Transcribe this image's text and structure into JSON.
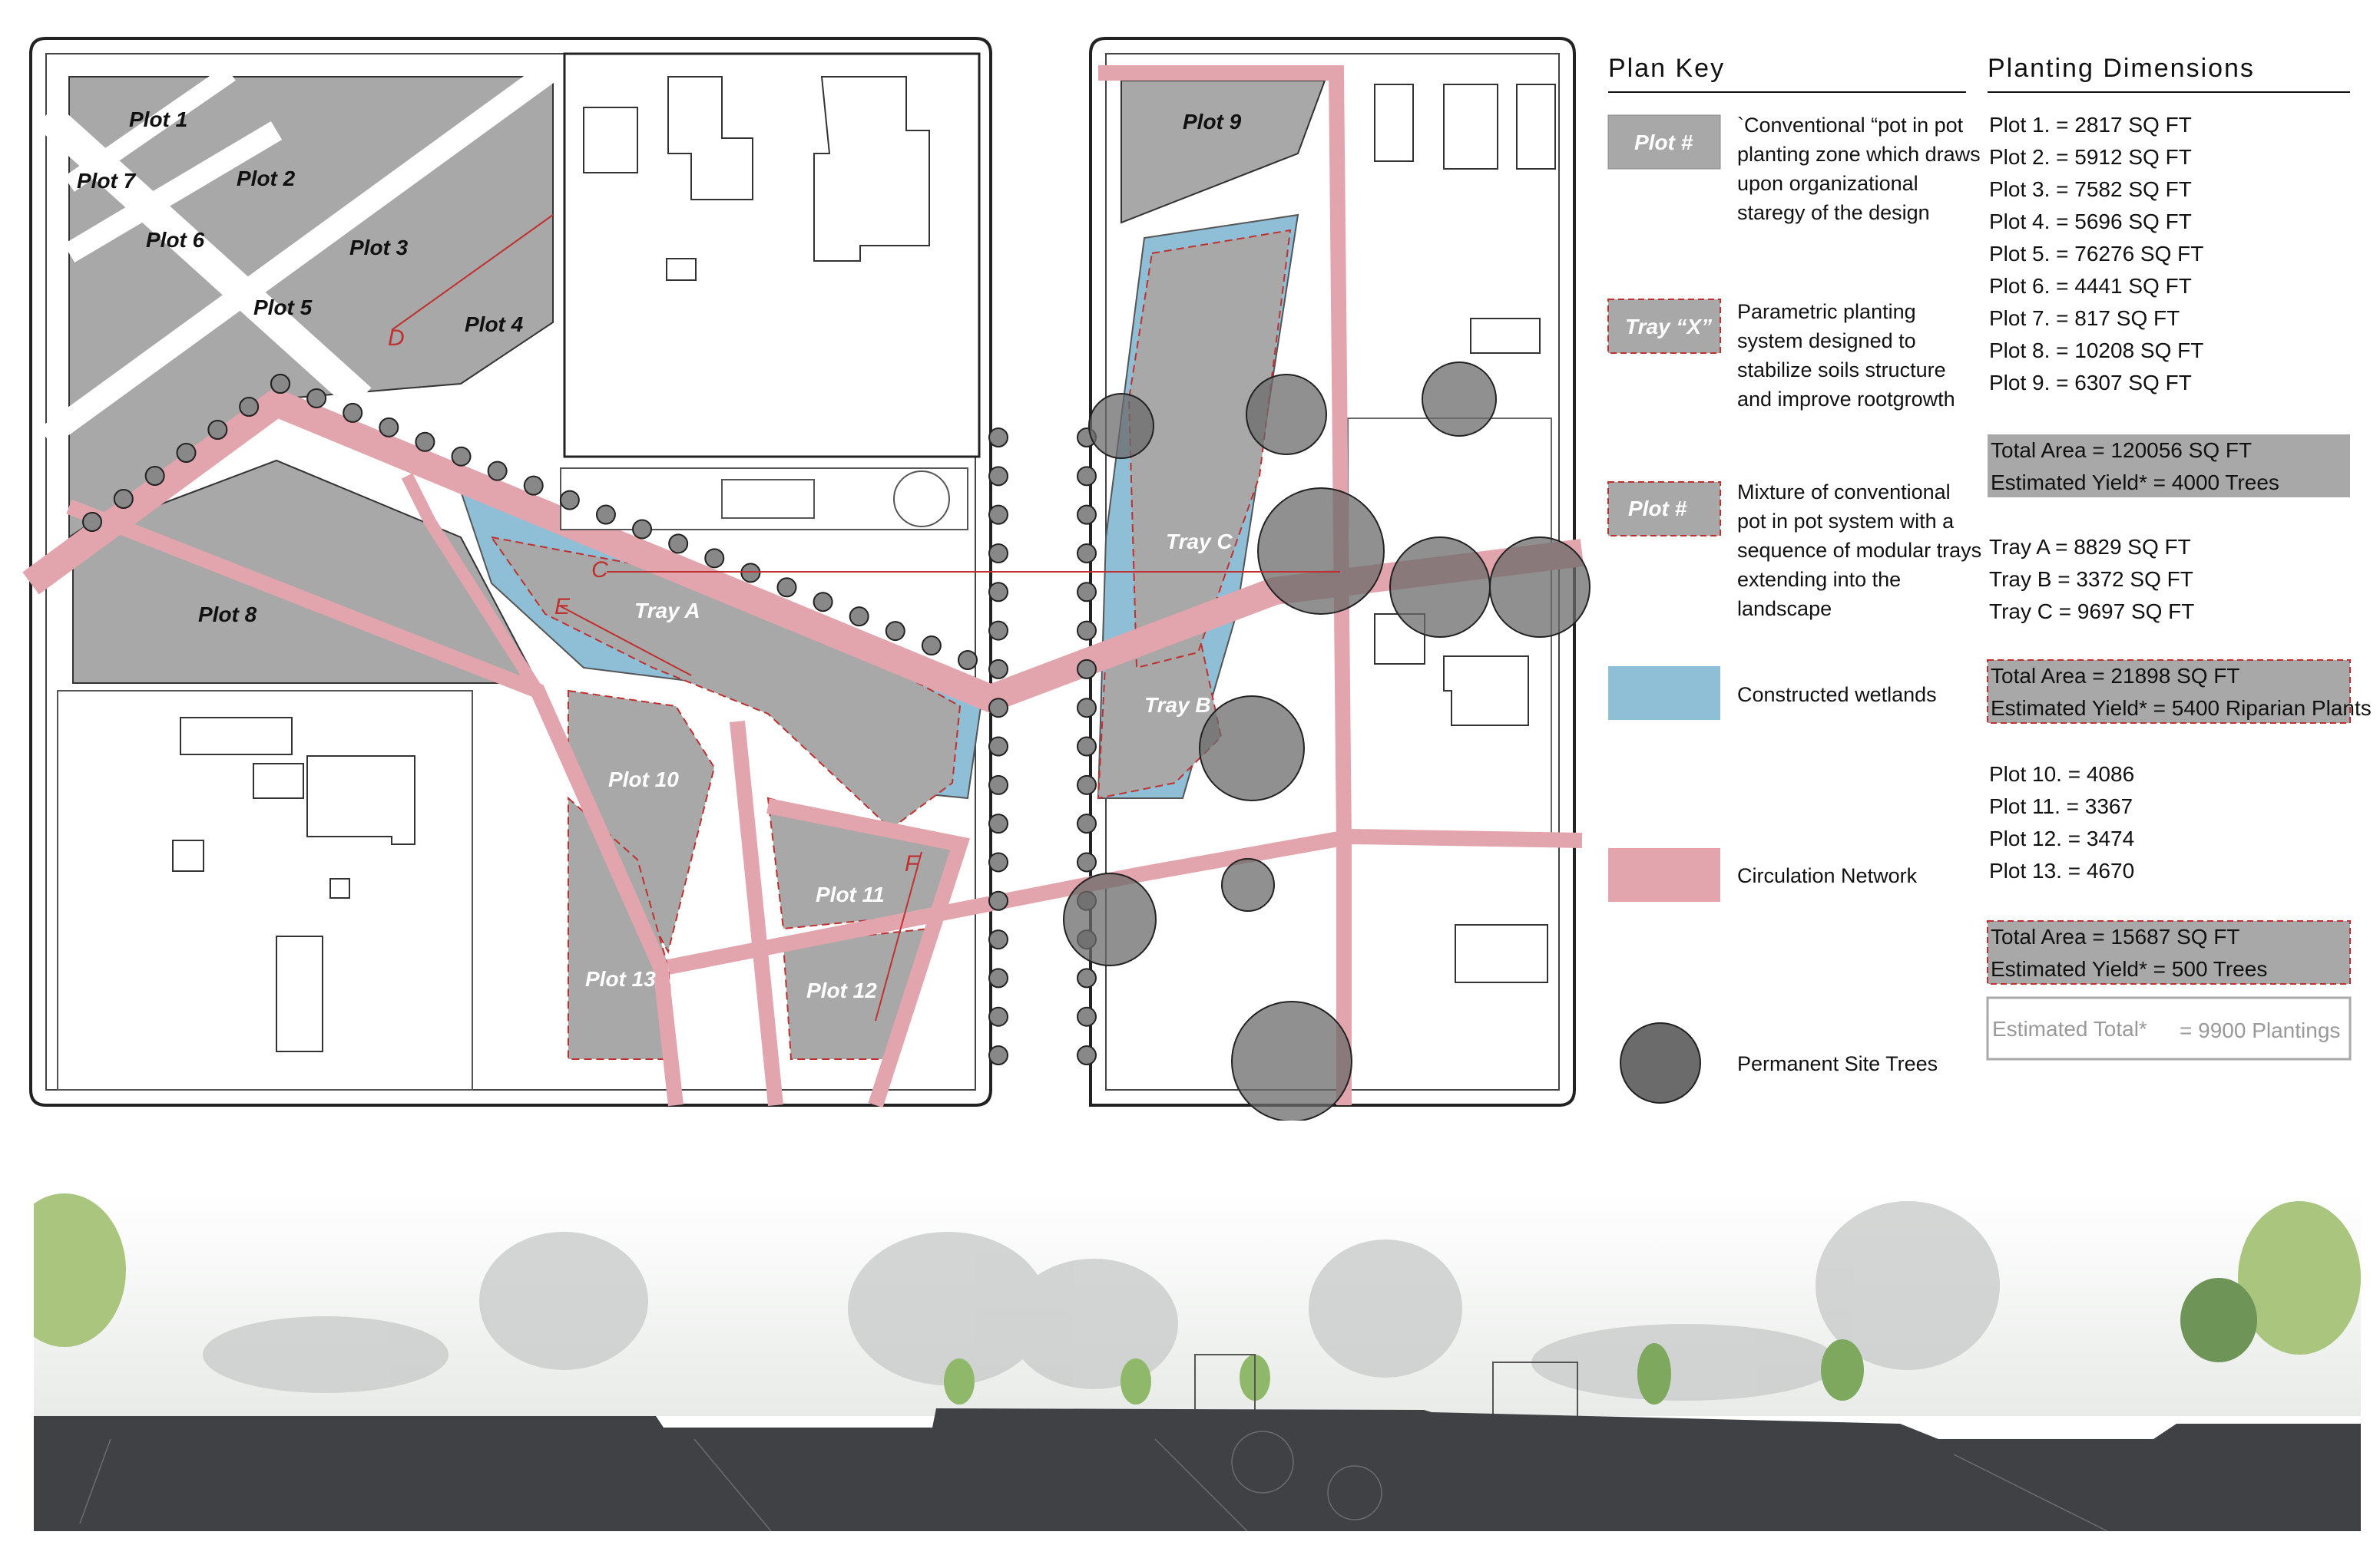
{
  "plan_labels": {
    "plot1": "Plot 1",
    "plot2": "Plot 2",
    "plot3": "Plot 3",
    "plot4": "Plot 4",
    "plot5": "Plot 5",
    "plot6": "Plot 6",
    "plot7": "Plot 7",
    "plot8": "Plot 8",
    "plot9": "Plot 9",
    "plot10": "Plot  10",
    "plot11": "Plot 11",
    "plot12": "Plot 12",
    "plot13": "Plot 13",
    "trayA": "Tray A",
    "trayB": "Tray B",
    "trayC": "Tray C",
    "cutC": "C",
    "cutD": "D",
    "cutE": "E",
    "cutF": "F"
  },
  "plan_key": {
    "heading": "Plan Key",
    "items": [
      {
        "swatch": "Plot #",
        "lines": [
          "`Conventional “pot in pot",
          "planting zone which draws",
          "upon organizational",
          "staregy of the design"
        ]
      },
      {
        "swatch": "Tray “X”",
        "lines": [
          "Parametric planting",
          "system designed to",
          "stabilize soils structure",
          "and improve rootgrowth"
        ]
      },
      {
        "swatch": "Plot #",
        "lines": [
          "Mixture of conventional",
          "pot in pot system with a",
          "sequence of modular trays",
          "extending into the",
          "landscape"
        ]
      },
      {
        "swatch": "",
        "lines": [
          "Constructed wetlands"
        ]
      },
      {
        "swatch": "",
        "lines": [
          "Circulation Network"
        ]
      },
      {
        "swatch": "",
        "lines": [
          "Permanent Site Trees"
        ]
      }
    ]
  },
  "planting_dimensions": {
    "heading": "Planting Dimensions",
    "group1": [
      "Plot 1. = 2817 SQ FT",
      "Plot 2. = 5912 SQ FT",
      "Plot 3. = 7582 SQ FT",
      "Plot 4. = 5696 SQ FT",
      "Plot 5. = 76276 SQ FT",
      "Plot 6.  = 4441 SQ FT",
      "Plot 7. = 817 SQ FT",
      "Plot 8. = 10208 SQ FT",
      "Plot 9. = 6307 SQ FT"
    ],
    "total1": [
      "Total Area = 120056 SQ FT",
      "Estimated Yield* = 4000 Trees"
    ],
    "group2": [
      "Tray A = 8829 SQ FT",
      "Tray B = 3372 SQ FT",
      "Tray C = 9697 SQ FT"
    ],
    "total2": [
      "Total Area = 21898 SQ FT",
      "Estimated Yield* = 5400 Riparian Plants"
    ],
    "group3": [
      "Plot 10. = 4086",
      "Plot 11. = 3367",
      "Plot 12. = 3474",
      "Plot 13. = 4670"
    ],
    "total3": [
      "Total Area = 15687 SQ FT",
      "Estimated Yield* = 500 Trees"
    ],
    "grand_total_label": "Estimated Total*",
    "grand_total_value": "= 9900 Plantings"
  },
  "colors": {
    "plot_gray": "#a8a8a8",
    "circulation_pink": "#e3a5ad",
    "wetland_blue": "#8fbfd6",
    "tree_gray": "#6b6b6b",
    "section_ground": "#3f4144"
  }
}
